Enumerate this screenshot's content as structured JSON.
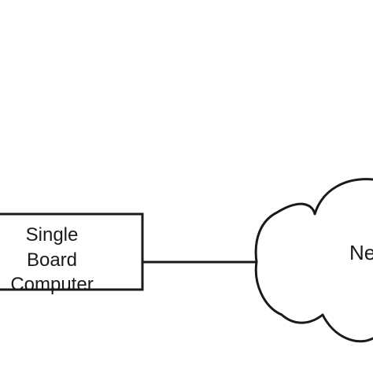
{
  "diagram": {
    "computer_box": {
      "lines": [
        "Single",
        "Board",
        "Computer"
      ]
    },
    "cloud": {
      "label": "Ne"
    },
    "colors": {
      "stroke": "#1a1a1a",
      "background": "#ffffff"
    }
  }
}
